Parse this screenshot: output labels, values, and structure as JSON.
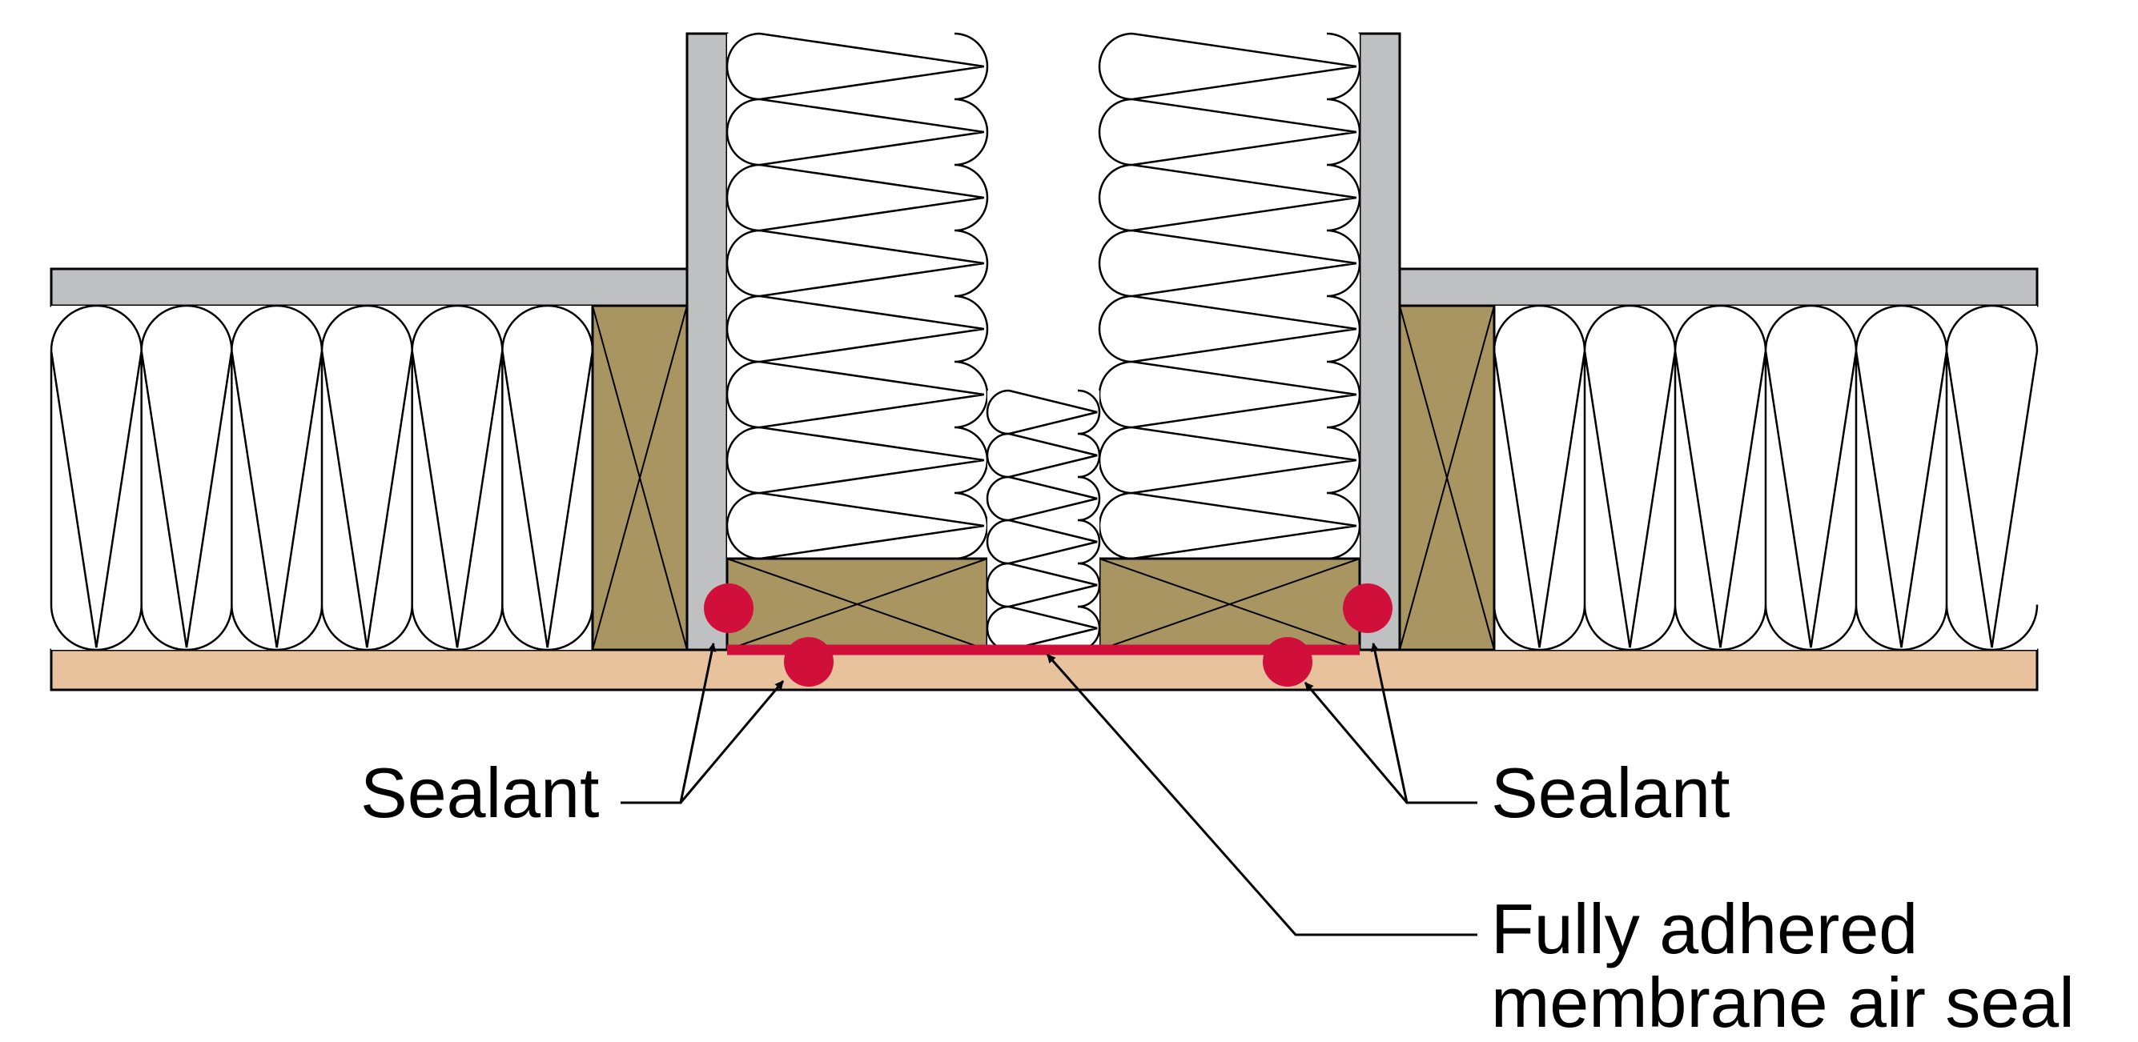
{
  "labels": {
    "sealant_left": "Sealant",
    "sealant_right": "Sealant",
    "membrane_line1": "Fully adhered",
    "membrane_line2": "membrane air seal"
  },
  "colors": {
    "drywall": "#bfc0c2",
    "lumber": "#a89562",
    "sheathing": "#e8c29c",
    "sealant": "#d0103a",
    "membrane": "#d0103a",
    "insulation": "#ffffff",
    "outline": "#000000"
  }
}
